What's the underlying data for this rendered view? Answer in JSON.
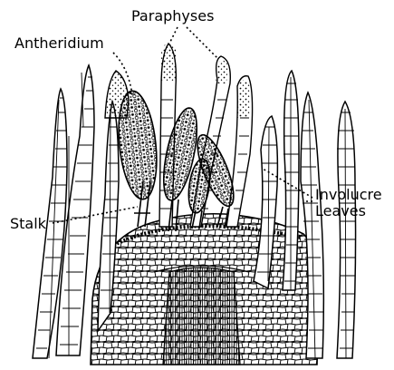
{
  "labels": {
    "paraphyses": "Paraphyses",
    "antheridium": "Antheridium",
    "involucre_line1": "Involucre",
    "involucre_line2": "Leaves",
    "stalk": "Stalk"
  }
}
